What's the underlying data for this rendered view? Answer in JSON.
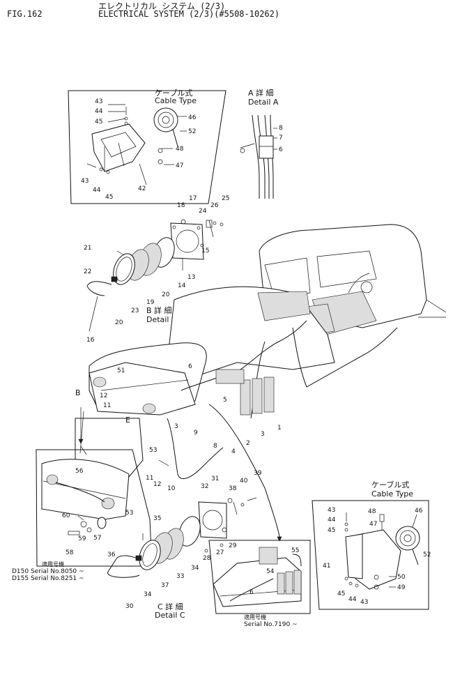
{
  "header": {
    "fig": "FIG.162",
    "title_jp": "エレクトリカル システム (2/3)",
    "title_en": "ELECTRICAL SYSTEM (2/3)(#5508-10262)"
  },
  "cable_type_top": {
    "jp": "ケーブル式",
    "en": "Cable Type"
  },
  "detail_a": {
    "jp": "A 詳 細",
    "en": "Detail A"
  },
  "detail_b": {
    "jp": "B 詳 細",
    "en": "Detail B"
  },
  "detail_c": {
    "jp": "C 詳 細",
    "en": "Detail C"
  },
  "cable_type_right": {
    "jp": "ケーブル式",
    "en": "Cable Type"
  },
  "serial_left": {
    "jp": "適用号機",
    "line1": "D150 Serial No.8050 ~",
    "line2": "D155 Serial No.8251 ~"
  },
  "serial_bottom": {
    "jp": "適用号機",
    "line1": "Serial No.7190 ~"
  },
  "markers": {
    "b": "B",
    "e": "E"
  },
  "part_numbers": {
    "top_box": [
      "43",
      "44",
      "45",
      "46",
      "52",
      "48",
      "47",
      "43",
      "44",
      "45",
      "42"
    ],
    "detail_a": [
      "8",
      "7",
      "6"
    ],
    "detail_b": [
      "18",
      "17",
      "25",
      "24",
      "26",
      "21",
      "22",
      "15",
      "14",
      "13",
      "19",
      "23",
      "20",
      "20",
      "16"
    ],
    "main": [
      "6",
      "51",
      "12",
      "11",
      "5",
      "3",
      "9",
      "1",
      "2",
      "3",
      "4",
      "8",
      "53",
      "11",
      "12",
      "10"
    ],
    "left_box": [
      "56",
      "53",
      "60",
      "59",
      "57",
      "58"
    ],
    "detail_c": [
      "31",
      "32",
      "40",
      "39",
      "38",
      "35",
      "29",
      "36",
      "27",
      "28",
      "34",
      "33",
      "37",
      "34",
      "30"
    ],
    "bottom_box": [
      "55",
      "54",
      "6"
    ],
    "right_box": [
      "43",
      "44",
      "45",
      "48",
      "47",
      "46",
      "41",
      "52",
      "50",
      "49",
      "45",
      "44",
      "43"
    ]
  }
}
